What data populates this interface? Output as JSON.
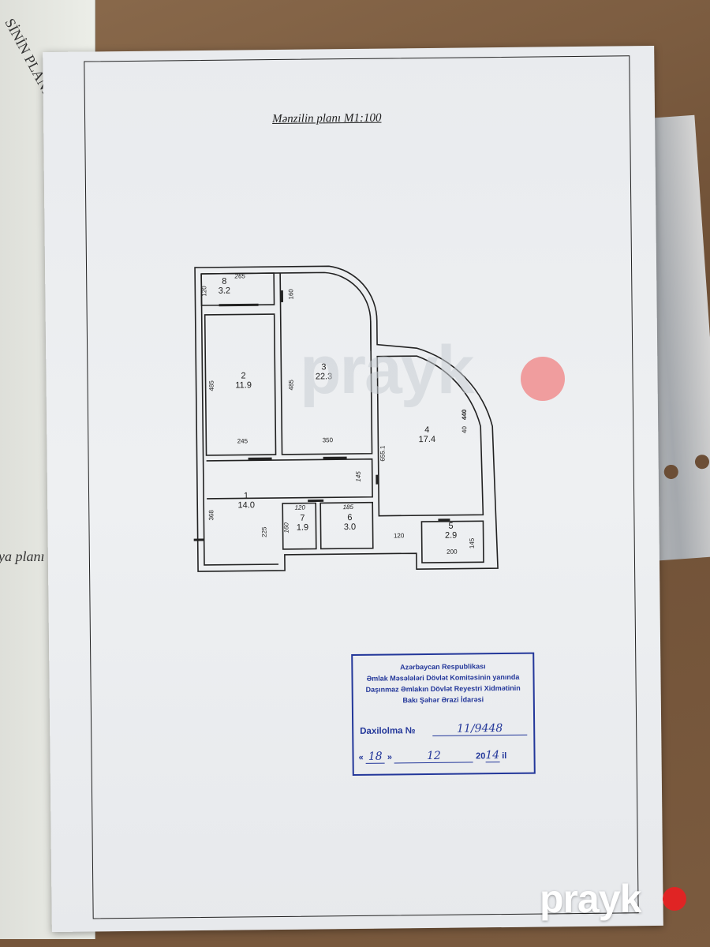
{
  "plan": {
    "title": "Mənzilin planı M1:100",
    "rooms": [
      {
        "num": "1",
        "area": "14.0"
      },
      {
        "num": "2",
        "area": "11.9"
      },
      {
        "num": "3",
        "area": "22.3"
      },
      {
        "num": "4",
        "area": "17.4"
      },
      {
        "num": "5",
        "area": "2.9"
      },
      {
        "num": "6",
        "area": "3.0"
      },
      {
        "num": "7",
        "area": "1.9"
      },
      {
        "num": "8",
        "area": "3.2"
      }
    ],
    "dims": [
      "265",
      "120",
      "160",
      "485",
      "485",
      "245",
      "350",
      "655.1",
      "40",
      "440",
      "145",
      "368",
      "225",
      "160",
      "120",
      "185",
      "120",
      "200",
      "145"
    ]
  },
  "stamp": {
    "lines": [
      "Azərbaycan Respublikası",
      "Əmlak Məsələləri Dövlət Komitəsinin yanında",
      "Daşınmaz Əmlakın Dövlət Reyestri Xidmətinin",
      "Bakı Şəhər Ərazi İdarəsi"
    ],
    "reg_label": "Daxilolma №",
    "reg_number": "11/9448",
    "date_open": "«",
    "date_day": "18",
    "date_close": "»",
    "date_month": "12",
    "date_year_prefix": "20",
    "date_year_suffix": "14",
    "date_suffix": "il"
  },
  "side_page": {
    "title_fragment": "SİNİN PLANI M",
    "plan_label": "ya planı"
  },
  "watermark": "prayk",
  "logo": "prayk"
}
